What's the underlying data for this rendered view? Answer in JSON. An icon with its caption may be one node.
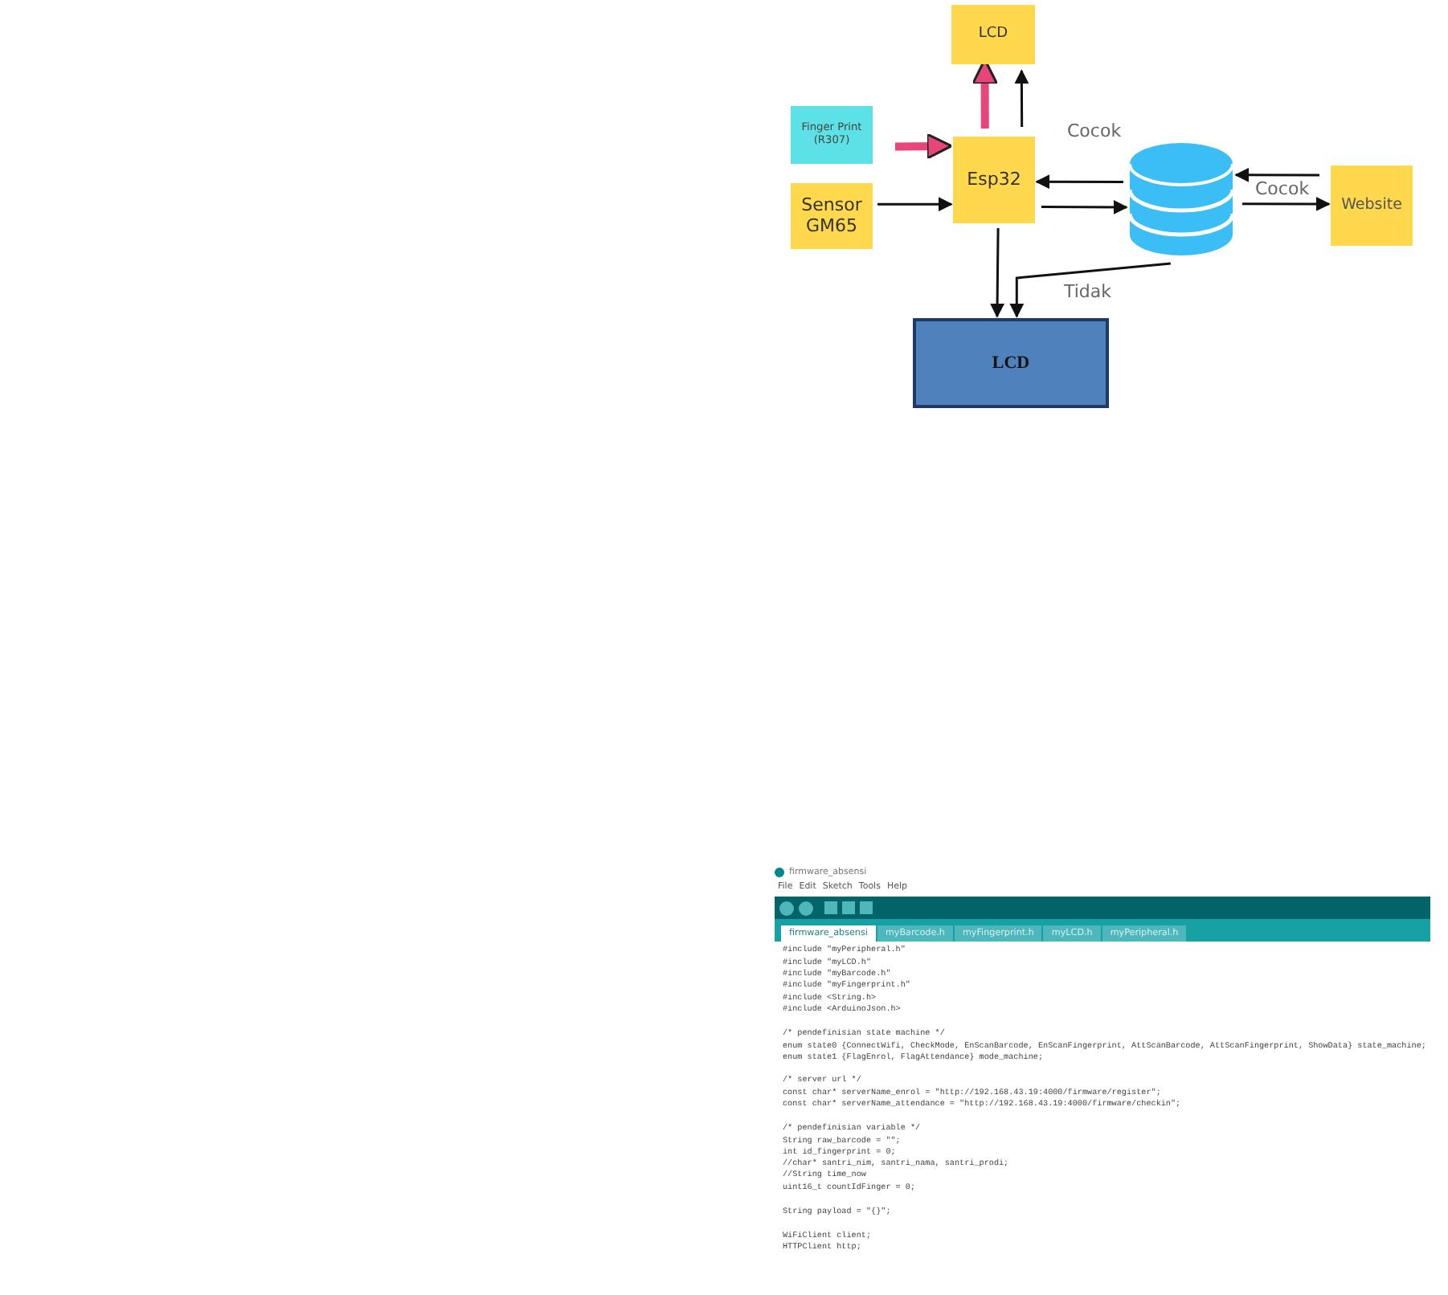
{
  "diagram": {
    "nodes": [
      {
        "text": [
          "LCD"
        ]
      },
      {
        "text": [
          "Finger Print (R307)"
        ]
      },
      {
        "text": [
          "Sensor GM65"
        ]
      },
      {
        "text": [
          "Esp32"
        ]
      },
      {
        "text": [],
        "shape": "cylinder"
      },
      {
        "text": [
          "Website"
        ]
      },
      {
        "text": [
          "LCD"
        ]
      }
    ],
    "edges": [
      {
        "from": 3,
        "to": 0,
        "arrow": "to",
        "style": "thick",
        "color": "#e8457a"
      },
      {
        "from": 3,
        "to": 0,
        "arrow": "to"
      },
      {
        "from": 1,
        "to": 3,
        "arrow": "to",
        "style": "thick",
        "color": "#e8457a"
      },
      {
        "from": 2,
        "to": 3,
        "arrow": "to"
      },
      {
        "from": 4,
        "to": 3,
        "arrow": "to",
        "label": "Cocok"
      },
      {
        "from": 3,
        "to": 4,
        "arrow": "to"
      },
      {
        "from": 5,
        "to": 4,
        "arrow": "to"
      },
      {
        "from": 4,
        "to": 5,
        "arrow": "to",
        "label": "Cocok"
      },
      {
        "from": 3,
        "to": 6,
        "arrow": "to"
      },
      {
        "from": 4,
        "to": 6,
        "arrow": "to",
        "label": "Tidak"
      }
    ],
    "labels": [
      "firmware_absensi",
      "File",
      "Edit",
      "Sketch",
      "Tools",
      "Help",
      "firmware_absensi",
      "myBarcode.h",
      "myFingerprint.h",
      "myLCD.h",
      "myPeripheral.h",
      "#include \"myPeripheral.h\"",
      "#include \"myLCD.h\"",
      "#include \"myBarcode.h\"",
      "#include \"myFingerprint.h\"",
      "#include <String.h>",
      "#include <ArduinoJson.h>",
      "/* pendefinisian state machine */",
      "enum state0 {ConnectWifi, CheckMode, EnScanBarcode, EnScanFingerprint, AttScanBarcode, AttScanFingerprint, ShowData} state_machine;",
      "enum state1 {FlagEnrol, FlagAttendance} mode_machine;",
      "/* server url */",
      "const char* serverName_enrol = \"http://192.168.43.19:4000/firmware/register\";",
      "const char* serverName_attendance = \"http://192.168.43.19:4000/firmware/checkin\";",
      "/* pendefinisian variable */",
      "String raw_barcode = \"\";",
      "int id_fingerprint = 0;",
      "//char* santri_nim, santri_nama, santri_prodi;",
      "//String time_now",
      "uint16_t countIdFinger = 0;",
      "String payload = \"{}\";",
      "WiFiClient client;",
      "HTTPClient http;"
    ]
  }
}
